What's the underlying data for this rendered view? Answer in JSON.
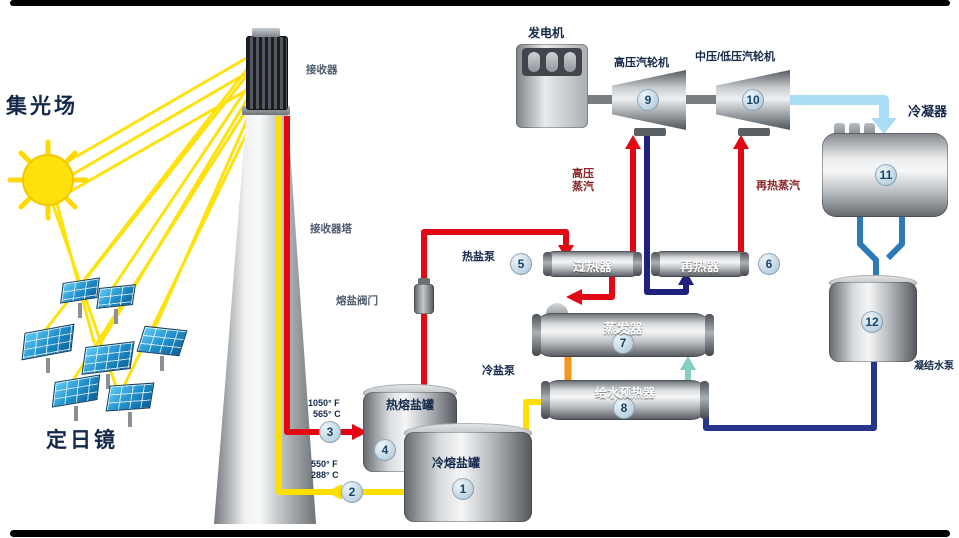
{
  "scene": {
    "field_label": "集光场",
    "heliostat_label": "定日镜",
    "receiver_label": "接收器",
    "tower_label": "接收器塔"
  },
  "markers": {
    "receiver_out": "3",
    "receiver_return": "2"
  },
  "tanks": {
    "hot": {
      "label": "热熔盐罐",
      "badge": "4",
      "temp_f": "1050° F",
      "temp_c": "565° C"
    },
    "cold": {
      "label": "冷熔盐罐",
      "badge": "1",
      "temp_f": "550° F",
      "temp_c": "288° C"
    }
  },
  "pumps": {
    "hot_salt": "热盐泵",
    "cold_salt": "冷盐泵",
    "salt_valve": "熔盐阀门"
  },
  "steam_train": {
    "superheater": {
      "label": "过热器",
      "badge": "5"
    },
    "reheater": {
      "label": "再热器",
      "badge": "6"
    },
    "evaporator": {
      "label": "蒸发器",
      "badge": "7"
    },
    "preheater": {
      "label": "给水预热器",
      "badge": "8"
    }
  },
  "power_block": {
    "generator_label": "发电机",
    "hp_turbine": {
      "label": "高压汽轮机",
      "badge": "9"
    },
    "lp_turbine": {
      "label": "中压/低压汽轮机",
      "badge": "10"
    },
    "condenser": {
      "label": "冷凝器",
      "badge": "11"
    },
    "condensate_tank": {
      "label": "凝结水泵",
      "badge": "12"
    }
  },
  "flows": {
    "hp_steam": "高压蒸汽",
    "reheat_steam": "再热蒸汽"
  },
  "colors": {
    "hot_salt_pipe": "#e30613",
    "cold_salt_pipe": "#ffdf00",
    "cold_reheat_steam": "#20217c",
    "exhaust_steam": "#aadcf5",
    "condensate": "#2e79b8",
    "feedwater": "#27348b",
    "salt_drain": "#f7941d",
    "feed_arrow": "#84cfc0",
    "sun": "#ffe10a"
  }
}
